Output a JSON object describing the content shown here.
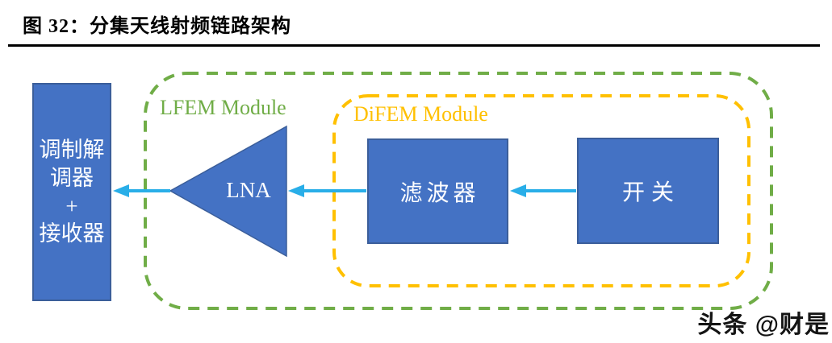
{
  "figure": {
    "title": "图 32：分集天线射频链路架构"
  },
  "diagram": {
    "modem_box": {
      "label": "调制解\n调器\n+\n接收器"
    },
    "lfem_module": {
      "label": "LFEM Module"
    },
    "difem_module": {
      "label": "DiFEM Module"
    },
    "lna": {
      "label": "LNA"
    },
    "filter_box": {
      "label": "滤波器"
    },
    "switch_box": {
      "label": "开关"
    }
  },
  "watermark": {
    "text": "头条 @财是"
  },
  "colors": {
    "blue": "#4472C4",
    "blueBorder": "#3B5E9A",
    "green": "#70AD47",
    "gold": "#FFC000",
    "cyan": "#29AEE8"
  }
}
